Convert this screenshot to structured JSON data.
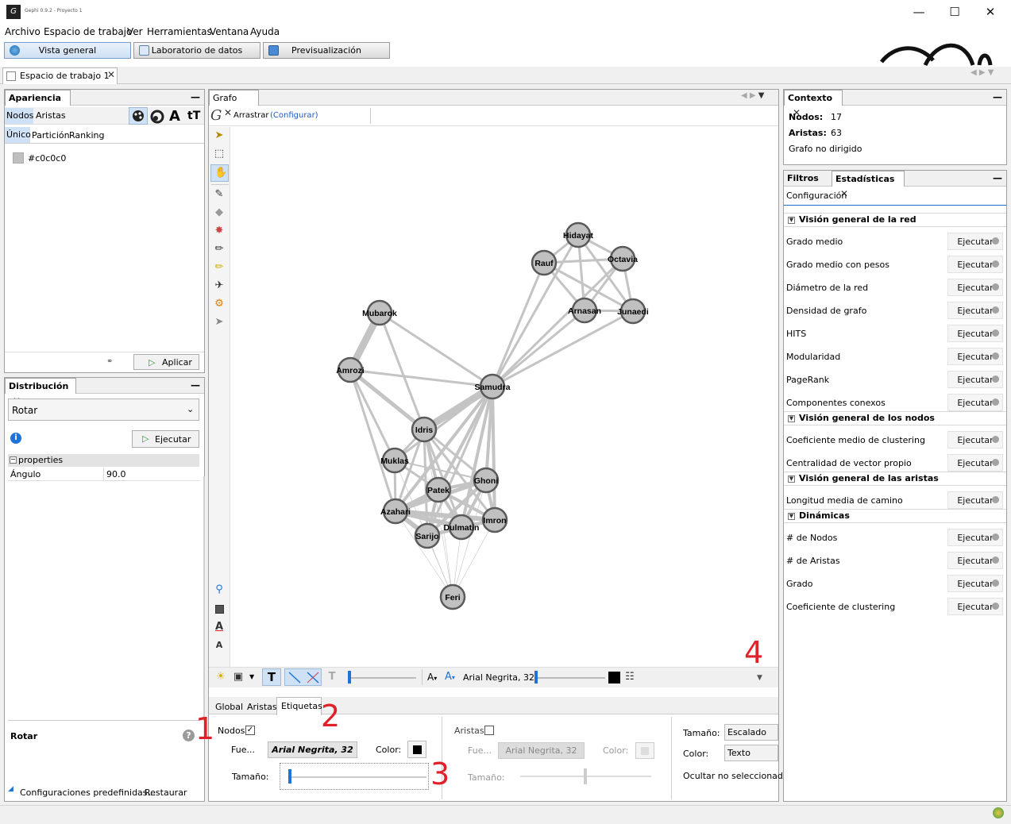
{
  "window": {
    "title": "Gephi 0.9.2 - Proyecto 1"
  },
  "menu": [
    "Archivo",
    "Espacio de trabajo",
    "Ver",
    "Herramientas",
    "Ventana",
    "Ayuda"
  ],
  "workspace_buttons": [
    "Vista general",
    "Laboratorio de datos",
    "Previsualización"
  ],
  "workspace_tab": "Espacio de trabajo 1",
  "appearance": {
    "title": "Apariencia",
    "tabs": [
      "Nodos",
      "Aristas"
    ],
    "subtabs": [
      "Único",
      "Partición",
      "Ranking"
    ],
    "color_value": "#c0c0c0",
    "apply": "Aplicar"
  },
  "layout_panel": {
    "title": "Distribución",
    "selected": "Rotar",
    "run": "Ejecutar",
    "group": "properties",
    "prop_name": "Ángulo",
    "prop_value": "90.0",
    "desc_title": "Rotar",
    "presets": "Configuraciones predefinidas...",
    "reset": "Restaurar"
  },
  "graph": {
    "tab": "Grafo",
    "tool": "Arrastrar",
    "configure": "(Configurar)",
    "bottom_font": "Arial Negrita, 32"
  },
  "graph_network": {
    "nodes": [
      {
        "id": "Hidayat"
      },
      {
        "id": "Rauf"
      },
      {
        "id": "Octavia"
      },
      {
        "id": "Arnasan"
      },
      {
        "id": "Junaedi"
      },
      {
        "id": "Mubarok"
      },
      {
        "id": "Amrozi"
      },
      {
        "id": "Samudra"
      },
      {
        "id": "Idris"
      },
      {
        "id": "Muklas"
      },
      {
        "id": "Ghoni"
      },
      {
        "id": "Patek"
      },
      {
        "id": "Azahari"
      },
      {
        "id": "Imron"
      },
      {
        "id": "Dulmatin"
      },
      {
        "id": "Sarijo"
      },
      {
        "id": "Feri"
      }
    ]
  },
  "labels_panel": {
    "tabs": [
      "Global",
      "Aristas",
      "Etiquetas"
    ],
    "nodes_label": "Nodos",
    "nodes_checked": true,
    "edges_label": "Aristas",
    "edges_checked": false,
    "font_label": "Fue...",
    "node_font": "Arial Negrita, 32",
    "edge_font": "Arial Negrita, 32",
    "color_label": "Color:",
    "size_label": "Tamaño:",
    "size_mode": "Escalado",
    "color_mode": "Texto",
    "hide_unselected": "Ocultar no seleccionados"
  },
  "annotations": [
    "1",
    "2",
    "3",
    "4"
  ],
  "context": {
    "title": "Contexto",
    "nodes_label": "Nodos:",
    "nodes": "17",
    "edges_label": "Aristas:",
    "edges": "63",
    "type": "Grafo no dirigido"
  },
  "stats": {
    "tabs": [
      "Filtros",
      "Estadísticas"
    ],
    "config": "Configuración",
    "run_label": "Ejecutar",
    "sections": [
      {
        "title": "Visión general de la red",
        "items": [
          "Grado medio",
          "Grado medio con pesos",
          "Diámetro de la red",
          "Densidad de grafo",
          "HITS",
          "Modularidad",
          "PageRank",
          "Componentes conexos"
        ]
      },
      {
        "title": "Visión general de los nodos",
        "items": [
          "Coeficiente medio de clustering",
          "Centralidad de vector propio"
        ]
      },
      {
        "title": "Visión general de las aristas",
        "items": [
          "Longitud media de camino"
        ]
      },
      {
        "title": "Dinámicas",
        "items": [
          "# de Nodos",
          "# de Aristas",
          "Grado",
          "Coeficiente de clustering"
        ]
      }
    ]
  },
  "colors": {
    "node_fill": "#c0c0c0",
    "edge": "#c4c4c4",
    "annotation": "#e0212a",
    "accent": "#1e73d8"
  }
}
